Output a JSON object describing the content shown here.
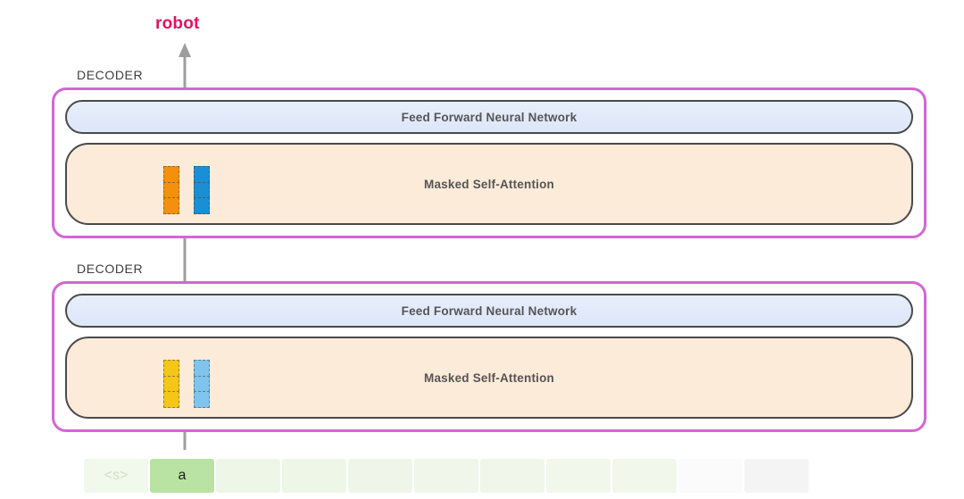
{
  "output": {
    "token": "robot",
    "color": "#e3125e"
  },
  "arrow": {
    "name": "flow-arrow-up",
    "color": "#9e9e9e"
  },
  "decoders": [
    {
      "label": "DECODER",
      "border_color": "#d465d4",
      "layers": [
        {
          "title": "Feed Forward Neural Network",
          "type": "ffn",
          "fill": "#e2ebfa"
        },
        {
          "title": "Masked Self-Attention",
          "type": "attention",
          "fill": "#fcebd9"
        }
      ],
      "vectors": [
        {
          "name": "vector-orange",
          "color": "#f5900e",
          "segments": 3
        },
        {
          "name": "vector-blue",
          "color": "#1a8fd4",
          "segments": 3
        }
      ]
    },
    {
      "label": "DECODER",
      "border_color": "#d465d4",
      "layers": [
        {
          "title": "Feed Forward Neural Network",
          "type": "ffn",
          "fill": "#e2ebfa"
        },
        {
          "title": "Masked Self-Attention",
          "type": "attention",
          "fill": "#fcebd9"
        }
      ],
      "vectors": [
        {
          "name": "vector-yellow",
          "color": "#f5c518",
          "segments": 3
        },
        {
          "name": "vector-lightblue",
          "color": "#7fc4ed",
          "segments": 3
        }
      ]
    }
  ],
  "token_strip": {
    "cells": [
      {
        "text": "<s>",
        "fill": "#f1f8ec",
        "text_color": "#cfe2c3",
        "active": false
      },
      {
        "text": "a",
        "fill": "#b9e3a3",
        "text_color": "#1c1c1c",
        "active": true
      },
      {
        "text": "",
        "fill": "#eef6e8",
        "text_color": "#1c1c1c",
        "active": false
      },
      {
        "text": "",
        "fill": "#eef6e8",
        "text_color": "#1c1c1c",
        "active": false
      },
      {
        "text": "",
        "fill": "#eff6e9",
        "text_color": "#1c1c1c",
        "active": false
      },
      {
        "text": "",
        "fill": "#f0f6ea",
        "text_color": "#1c1c1c",
        "active": false
      },
      {
        "text": "",
        "fill": "#f0f6ea",
        "text_color": "#1c1c1c",
        "active": false
      },
      {
        "text": "",
        "fill": "#f1f7eb",
        "text_color": "#1c1c1c",
        "active": false
      },
      {
        "text": "",
        "fill": "#f1f7eb",
        "text_color": "#1c1c1c",
        "active": false
      },
      {
        "text": "",
        "fill": "#fbfbfb",
        "text_color": "#1c1c1c",
        "active": false
      },
      {
        "text": "",
        "fill": "#f4f4f4",
        "text_color": "#1c1c1c",
        "active": false
      }
    ]
  }
}
